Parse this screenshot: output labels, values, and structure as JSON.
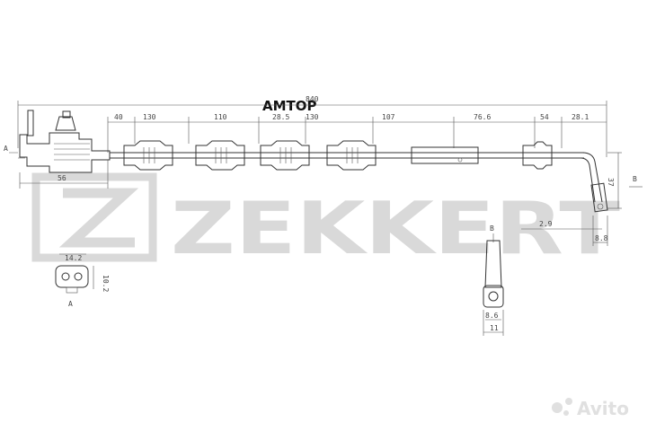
{
  "brand": {
    "seller_mark": "AMTOP",
    "watermark": "ZEKKERT",
    "site_watermark": "Avito"
  },
  "views": {
    "a": "A",
    "b": "B",
    "b_bottom": "B",
    "a_small": "A"
  },
  "dimensions": {
    "total": "840",
    "d40": "40",
    "d130a": "130",
    "d110": "110",
    "d285": "28.5",
    "d130b": "130",
    "d107": "107",
    "d766": "76.6",
    "d54": "54",
    "d281": "28.1",
    "d56": "56",
    "d37": "37",
    "d29": "2.9",
    "d88": "8.8",
    "d142": "14.2",
    "d102": "10.2",
    "d86": "8.6",
    "d11": "11"
  }
}
